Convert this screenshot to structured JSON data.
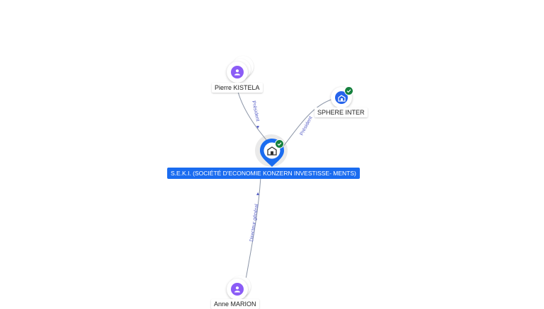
{
  "nodes": {
    "main": {
      "name": "S.E.K.I. (SOCIÉTÉ D'ECONOMIE KONZERN INVESTISSE- MENTS)",
      "icon": "company-icon",
      "verified": true
    },
    "pierre": {
      "name": "Pierre KISTELA",
      "icon": "person-icon"
    },
    "sphere": {
      "name": "SPHERE INTER",
      "icon": "company-icon",
      "verified": true
    },
    "anne": {
      "name": "Anne MARION",
      "icon": "person-icon"
    }
  },
  "edges": {
    "pierre_main": "Président",
    "sphere_main": "Président",
    "anne_main": "Directeur général"
  },
  "colors": {
    "accent": "#1a6cf0",
    "person": "#8b5cf6",
    "company": "#2563eb",
    "verified": "#15803d",
    "edge": "#8a94a6",
    "edge_label": "#5b63c7"
  }
}
